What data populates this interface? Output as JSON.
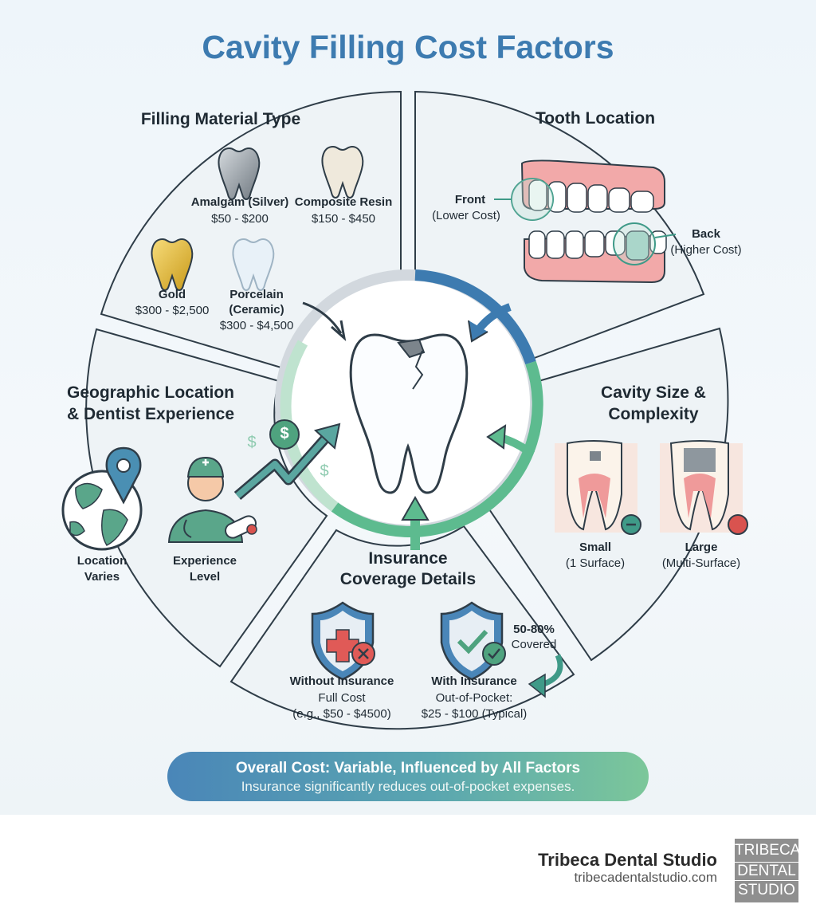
{
  "title": "Cavity Filling Cost Factors",
  "sections": {
    "material": {
      "heading": "Filling Material Type",
      "items": [
        {
          "name": "Amalgam (Silver)",
          "price": "$50 - $200",
          "icon": "silver-tooth-icon"
        },
        {
          "name": "Composite Resin",
          "price": "$150 - $450",
          "icon": "resin-tooth-icon"
        },
        {
          "name": "Gold",
          "price": "$300 - $2,500",
          "icon": "gold-tooth-icon"
        },
        {
          "name": "Porcelain",
          "name2": "(Ceramic)",
          "price": "$300 - $4,500",
          "icon": "porcelain-tooth-icon"
        }
      ]
    },
    "location": {
      "heading": "Tooth Location",
      "front_label": "Front",
      "front_note": "(Lower Cost)",
      "back_label": "Back",
      "back_note": "(Higher Cost)"
    },
    "geo": {
      "heading_line1": "Geographic Location",
      "heading_line2": "& Dentist Experience",
      "location_label_1": "Location",
      "location_label_2": "Varies",
      "experience_label_1": "Experience",
      "experience_label_2": "Level",
      "currency_symbol": "$"
    },
    "size": {
      "heading_line1": "Cavity Size &",
      "heading_line2": "Complexity",
      "small_label": "Small",
      "small_note": "(1 Surface)",
      "large_label": "Large",
      "large_note": "(Multi-Surface)"
    },
    "insurance": {
      "heading_line1": "Insurance",
      "heading_line2": "Coverage Details",
      "without_label": "Without Insurance",
      "without_note1": "Full Cost",
      "without_note2": "(e.g., $50 - $4500)",
      "with_label": "With Insurance",
      "with_note1": "Out-of-Pocket:",
      "with_note2": "$25 - $100 (Typical)",
      "covered_pct": "50-80%",
      "covered_word": "Covered"
    }
  },
  "banner": {
    "line1": "Overall Cost: Variable, Influenced by All Factors",
    "line2": "Insurance significantly reduces out-of-pocket expenses."
  },
  "footer": {
    "brand": "Tribeca Dental Studio",
    "website": "tribecadentalstudio.com",
    "logo_lines": [
      "TRIBECA",
      "DENTAL",
      "STUDIO"
    ]
  },
  "colors": {
    "title": "#3d7bb0",
    "blue_arc": "#3d7bb0",
    "green_arc": "#5dbb8f",
    "panel": "#eef3f6",
    "panel_border": "#2f3d48",
    "gum": "#f2a9a9",
    "gold": "#e2b632",
    "silver": "#8e979e",
    "teal": "#3f9a88"
  }
}
